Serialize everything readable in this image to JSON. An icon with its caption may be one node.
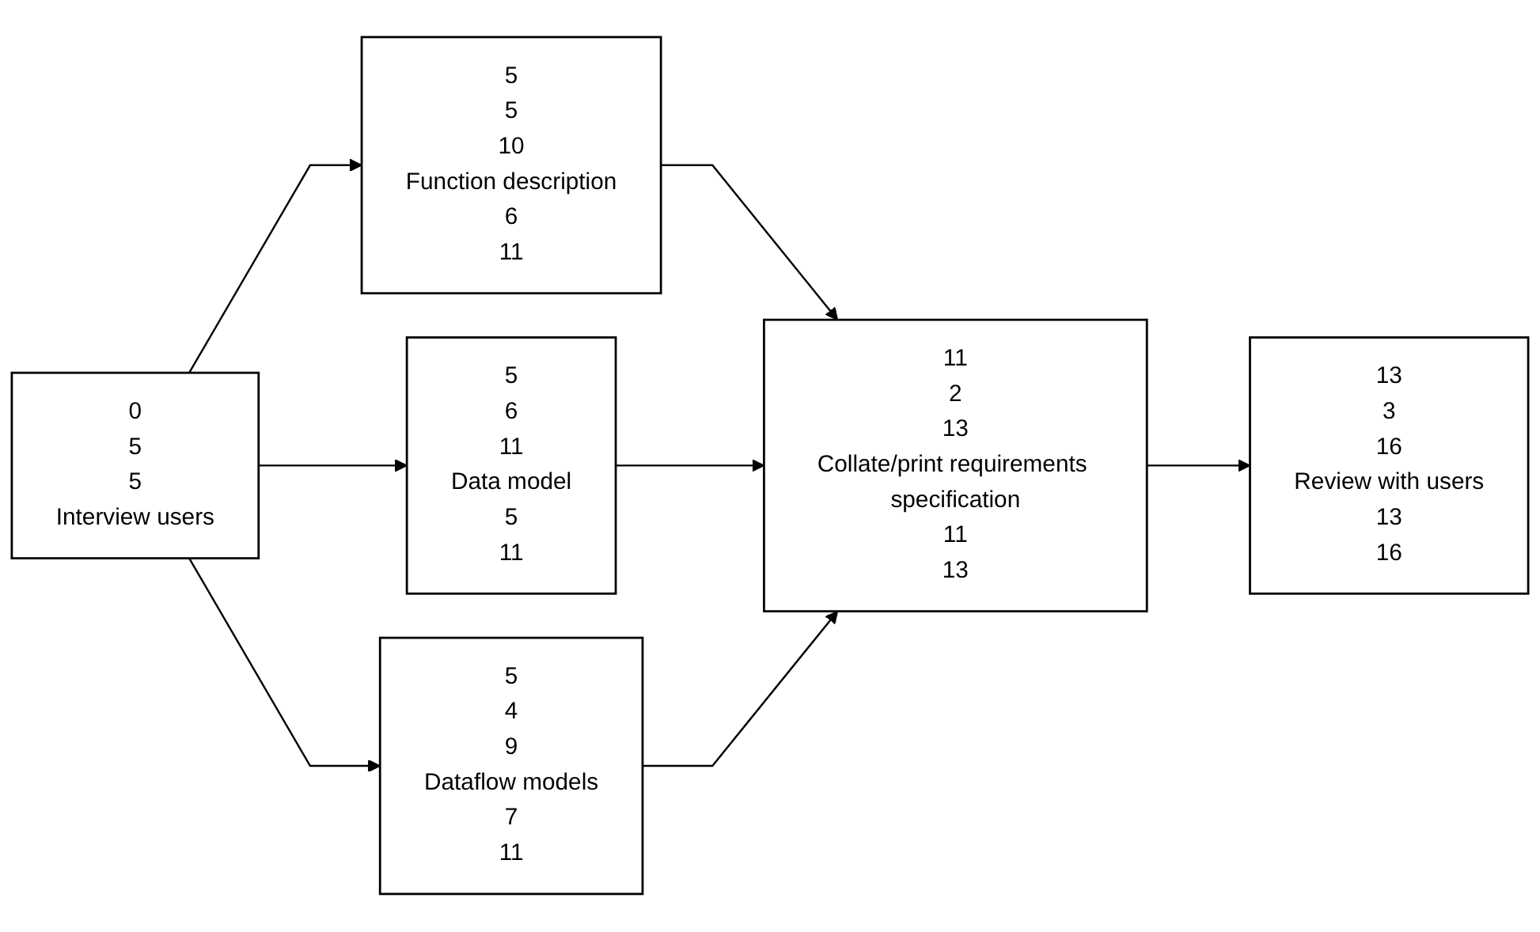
{
  "diagram": {
    "nodes": [
      {
        "text": [
          "0",
          "5",
          "5",
          "Interview users"
        ]
      },
      {
        "text": [
          "5",
          "5",
          "10",
          "Function description",
          "6",
          "11"
        ]
      },
      {
        "text": [
          "5",
          "6",
          "11",
          "Data model",
          "5",
          "11"
        ]
      },
      {
        "text": [
          "5",
          "4",
          "9",
          "Dataflow models",
          "7",
          "11"
        ]
      },
      {
        "text": [
          "11",
          "2",
          "13",
          "Collate/print requirements specification",
          "11",
          "13"
        ]
      },
      {
        "text": [
          "13",
          "3",
          "16",
          "Review with users",
          "13",
          "16"
        ]
      }
    ],
    "edges": [
      {
        "from": 0,
        "to": 1,
        "arrow": "to"
      },
      {
        "from": 0,
        "to": 2,
        "arrow": "to"
      },
      {
        "from": 0,
        "to": 3,
        "arrow": "to"
      },
      {
        "from": 1,
        "to": 4,
        "arrow": "to"
      },
      {
        "from": 2,
        "to": 4,
        "arrow": "to"
      },
      {
        "from": 3,
        "to": 4,
        "arrow": "to"
      },
      {
        "from": 4,
        "to": 5,
        "arrow": "to"
      }
    ]
  }
}
